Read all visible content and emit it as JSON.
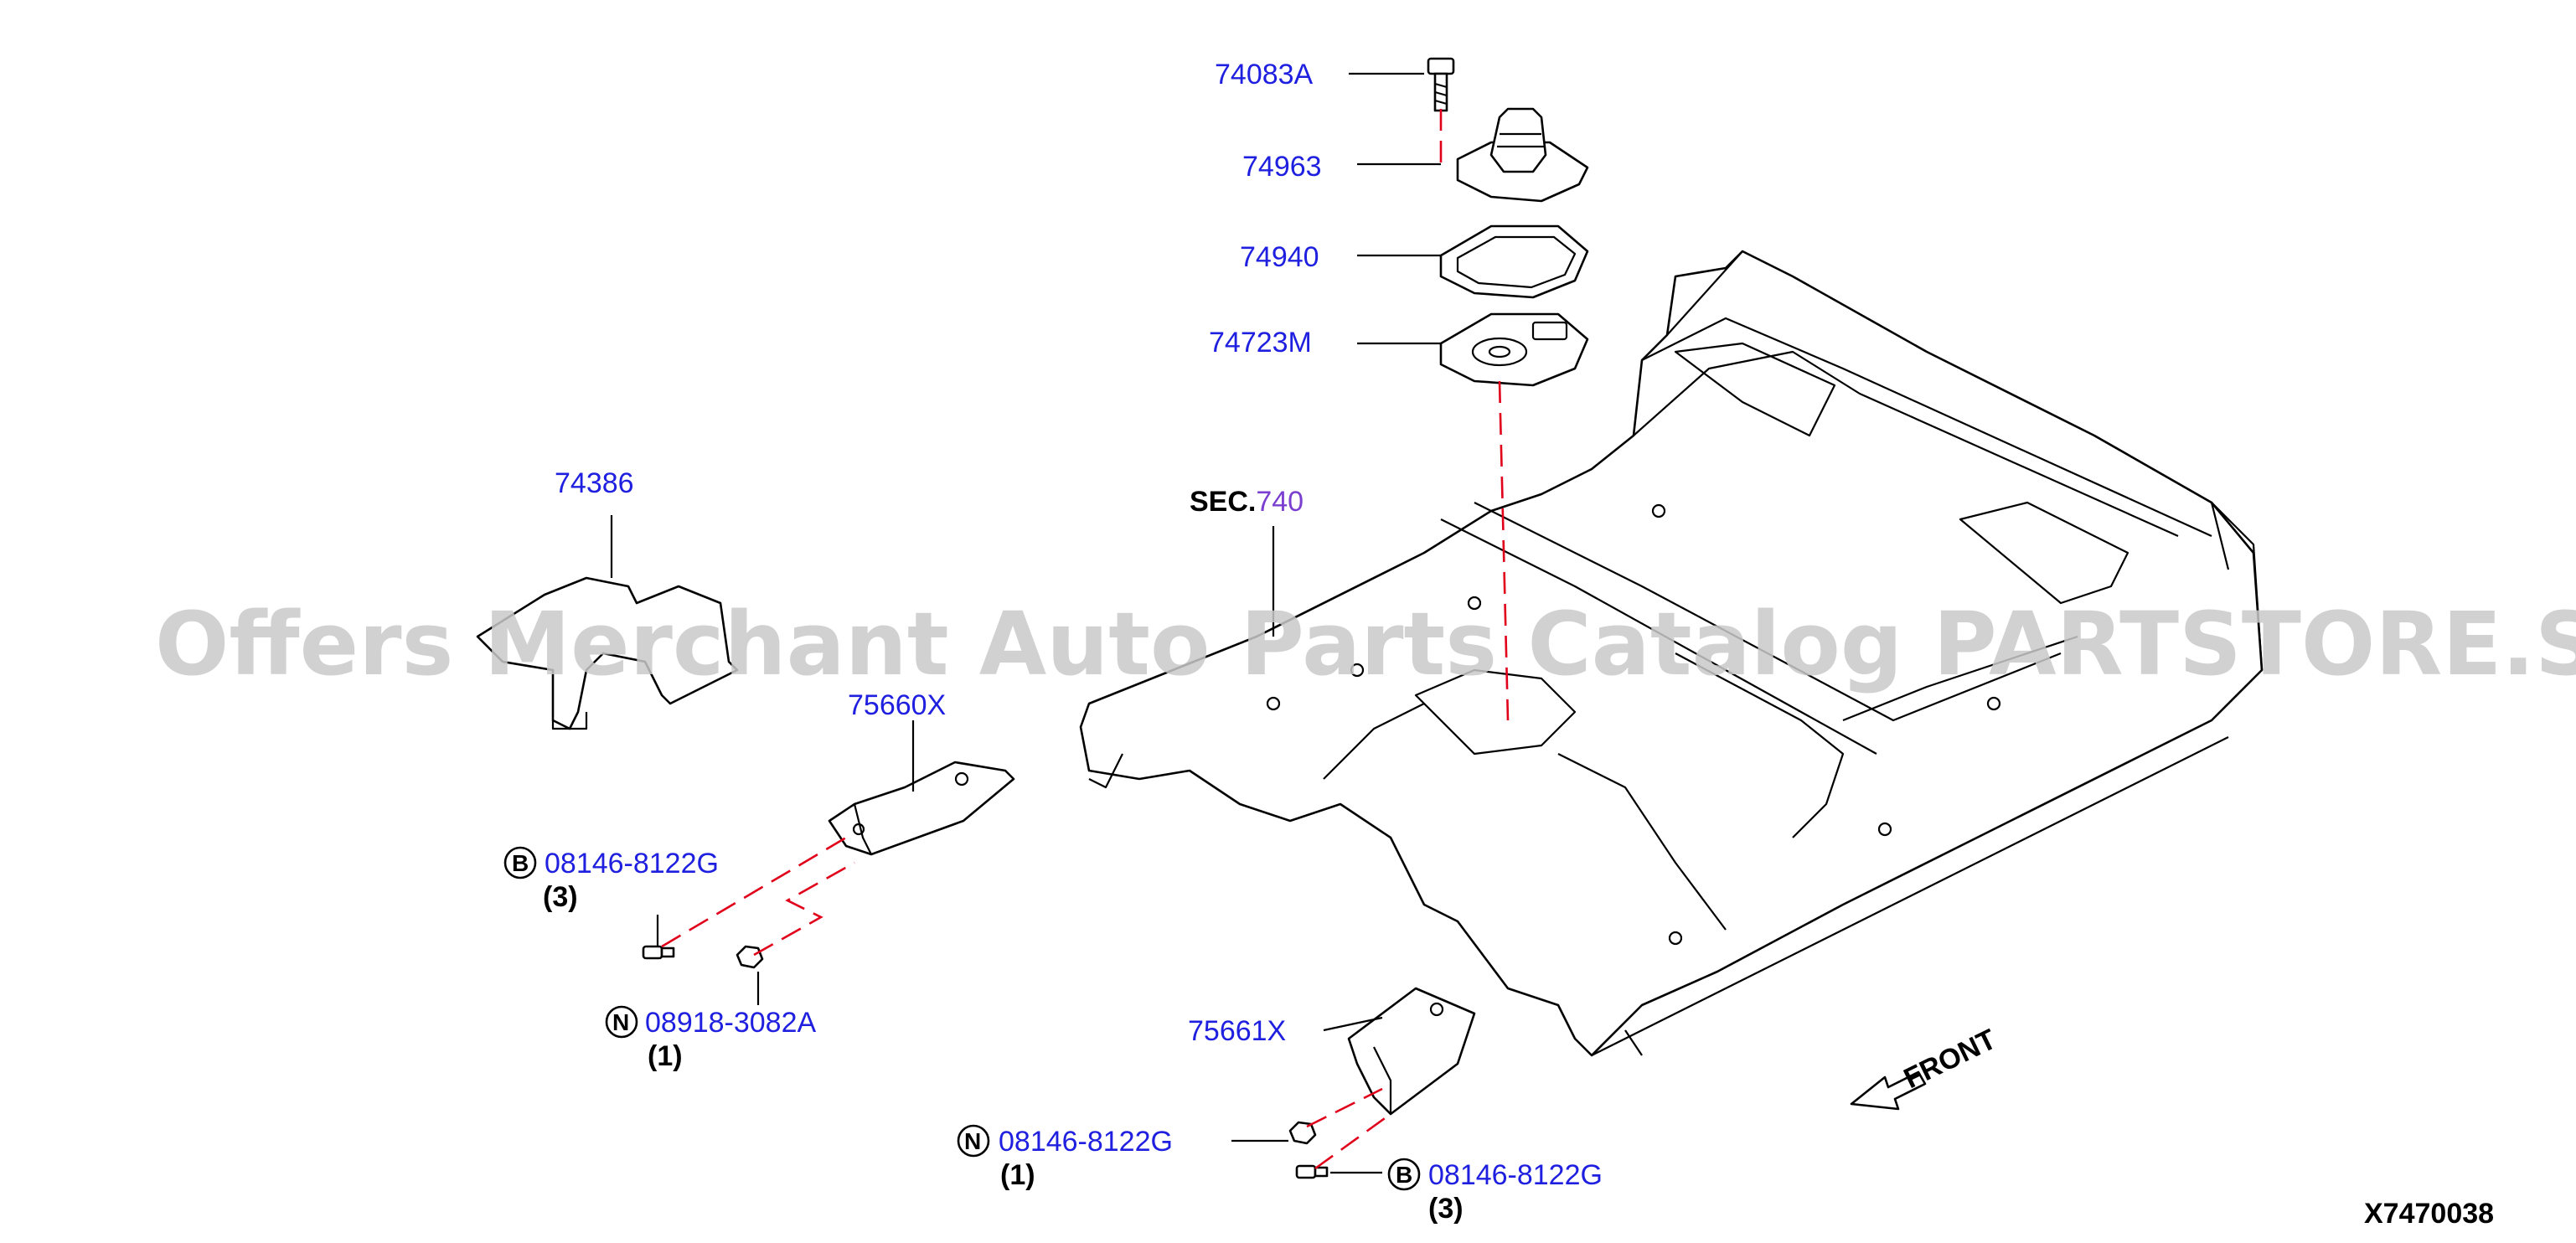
{
  "watermark": "Offers Merchant Auto Parts Catalog PARTSTORE.SA",
  "diagram_id": "X7470038",
  "front_label": "FRONT",
  "section_ref": {
    "prefix": "SEC.",
    "number": "740"
  },
  "parts": {
    "p74083A": "74083A",
    "p74963": "74963",
    "p74940": "74940",
    "p74723M": "74723M",
    "p74386": "74386",
    "p75660X": "75660X",
    "p75661X": "75661X"
  },
  "fasteners": {
    "bolt_left": {
      "symbol": "B",
      "number": "08146-8122G",
      "qty": "(3)"
    },
    "nut_left": {
      "symbol": "N",
      "number": "08918-3082A",
      "qty": "(1)"
    },
    "nut_right": {
      "symbol": "N",
      "number": "08146-8122G",
      "qty": "(1)"
    },
    "bolt_right": {
      "symbol": "B",
      "number": "08146-8122G",
      "qty": "(3)"
    }
  }
}
